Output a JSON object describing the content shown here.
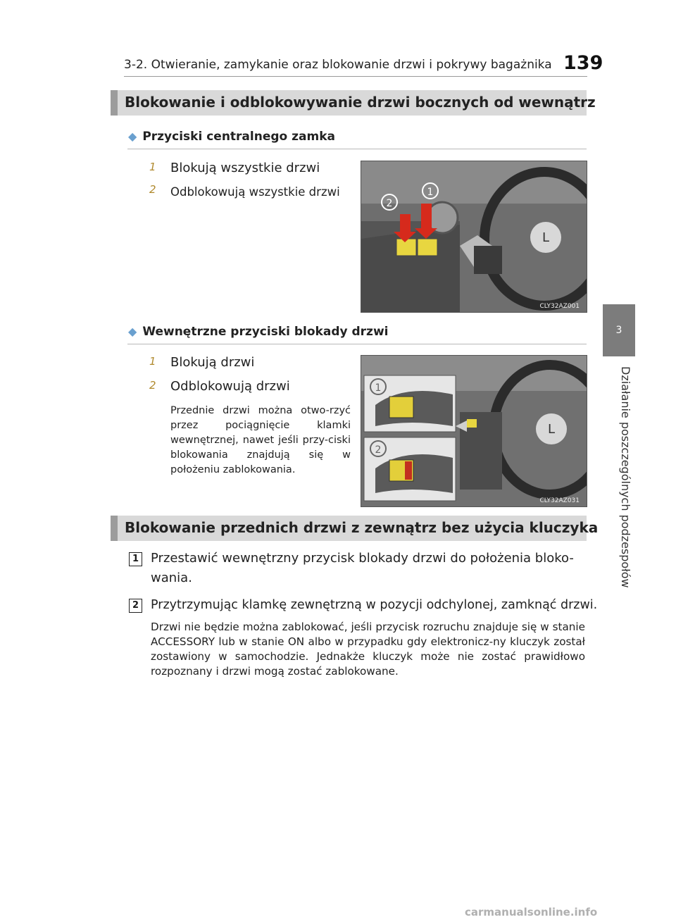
{
  "header": {
    "running_title": "3-2. Otwieranie, zamykanie oraz blokowanie drzwi i pokrywy bagażnika",
    "page_number": "139"
  },
  "side_tab": {
    "chapter_number": "3",
    "chapter_label": "Działanie poszczególnych podzespołów"
  },
  "section1": {
    "title": "Blokowanie i odblokowywanie drzwi bocznych od wewnątrz",
    "subsection_a": {
      "title": "Przyciski centralnego zamka",
      "items": [
        {
          "num": "1",
          "text": "Blokują wszystkie drzwi"
        },
        {
          "num": "2",
          "text": "Odblokowują wszystkie drzwi"
        }
      ],
      "photo_code": "CLY32AZ001",
      "callouts": [
        "1",
        "2"
      ]
    },
    "subsection_b": {
      "title": "Wewnętrzne przyciski blokady drzwi",
      "items": [
        {
          "num": "1",
          "text": "Blokują drzwi"
        },
        {
          "num": "2",
          "text": "Odblokowują drzwi"
        }
      ],
      "note": "Przednie drzwi można otwo-rzyć przez pociągnięcie klamki wewnętrznej, nawet jeśli przy-ciski blokowania znajdują się w położeniu zablokowania.",
      "photo_code": "CLY32AZ031",
      "callouts": [
        "1",
        "2"
      ]
    }
  },
  "section2": {
    "title": "Blokowanie przednich drzwi z zewnątrz bez użycia kluczyka",
    "steps": [
      {
        "num": "1",
        "text": "Przestawić wewnętrzny przycisk blokady drzwi do położenia bloko-wania."
      },
      {
        "num": "2",
        "text": "Przytrzymując klamkę zewnętrzną w pozycji odchylonej, zamknąć drzwi."
      }
    ],
    "note": "Drzwi nie będzie można zablokować, jeśli przycisk rozruchu znajduje się w stanie ACCESSORY lub w stanie ON albo w przypadku gdy elektronicz-ny kluczyk został zostawiony w samochodzie. Jednakże kluczyk może nie zostać prawidłowo rozpoznany i drzwi mogą zostać zablokowane."
  },
  "watermark": "carmanualsonline.info",
  "colors": {
    "section_bar_bg": "#d9d9d9",
    "section_bar_accent": "#9c9c9c",
    "diamond": "#6aa0cf",
    "side_tab": "#7c7c7c",
    "callout_number": "#b08a2e"
  }
}
